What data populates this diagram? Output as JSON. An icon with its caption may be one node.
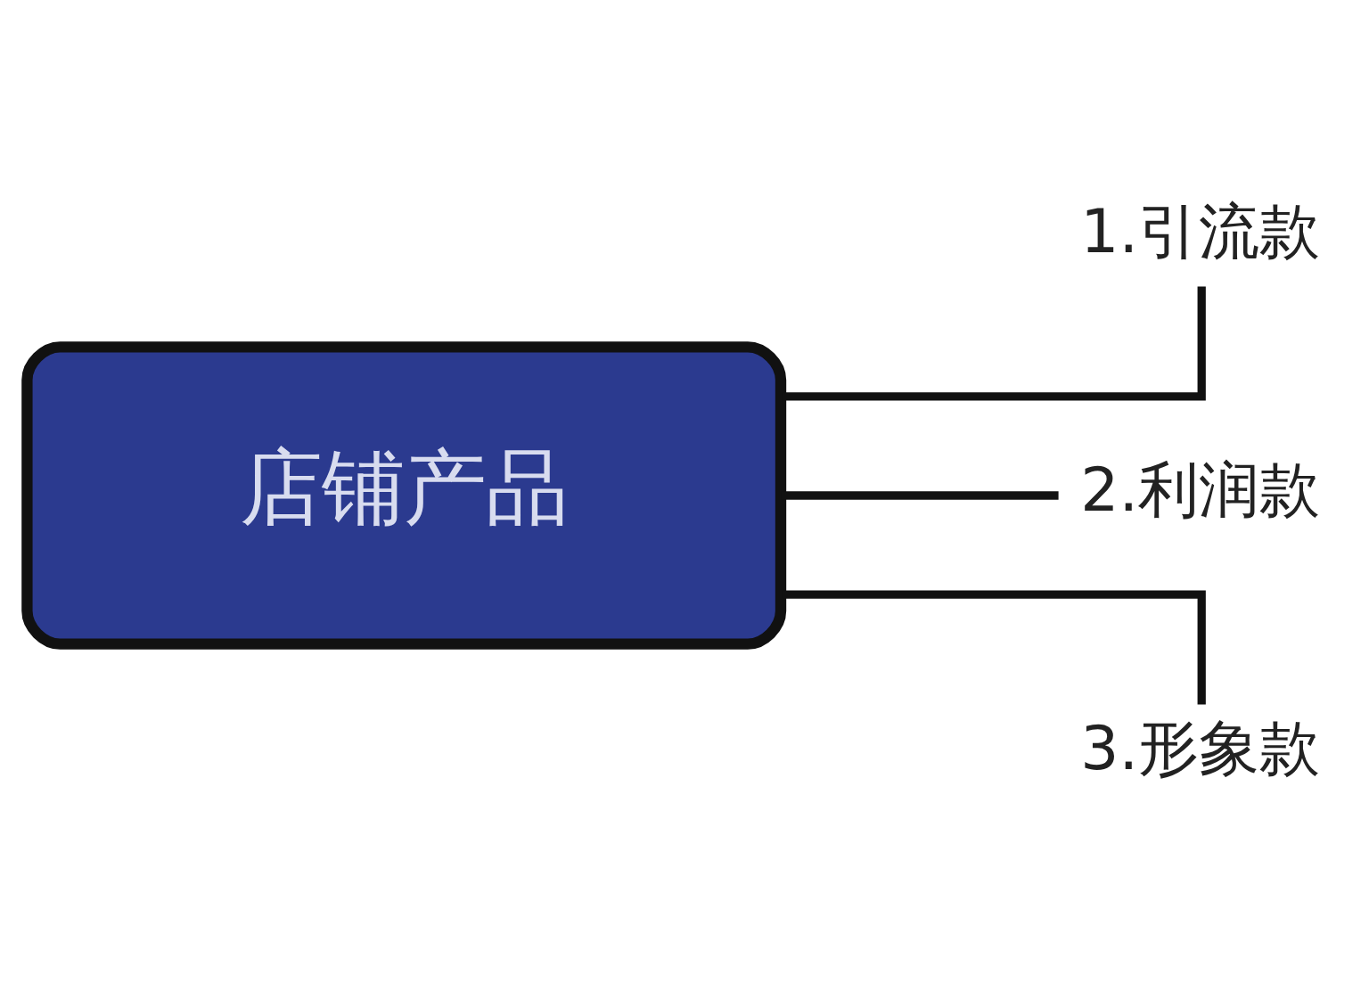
{
  "diagram": {
    "nodes": [
      {
        "text": [
          "店铺产品"
        ]
      },
      {
        "text": [
          "1.引流款"
        ]
      },
      {
        "text": [
          "2.利润款"
        ]
      },
      {
        "text": [
          "3.形象款"
        ]
      }
    ],
    "edges": [
      {
        "from": 0,
        "to": 1,
        "arrow": "none"
      },
      {
        "from": 0,
        "to": 2,
        "arrow": "none"
      },
      {
        "from": 0,
        "to": 3,
        "arrow": "none"
      }
    ]
  }
}
